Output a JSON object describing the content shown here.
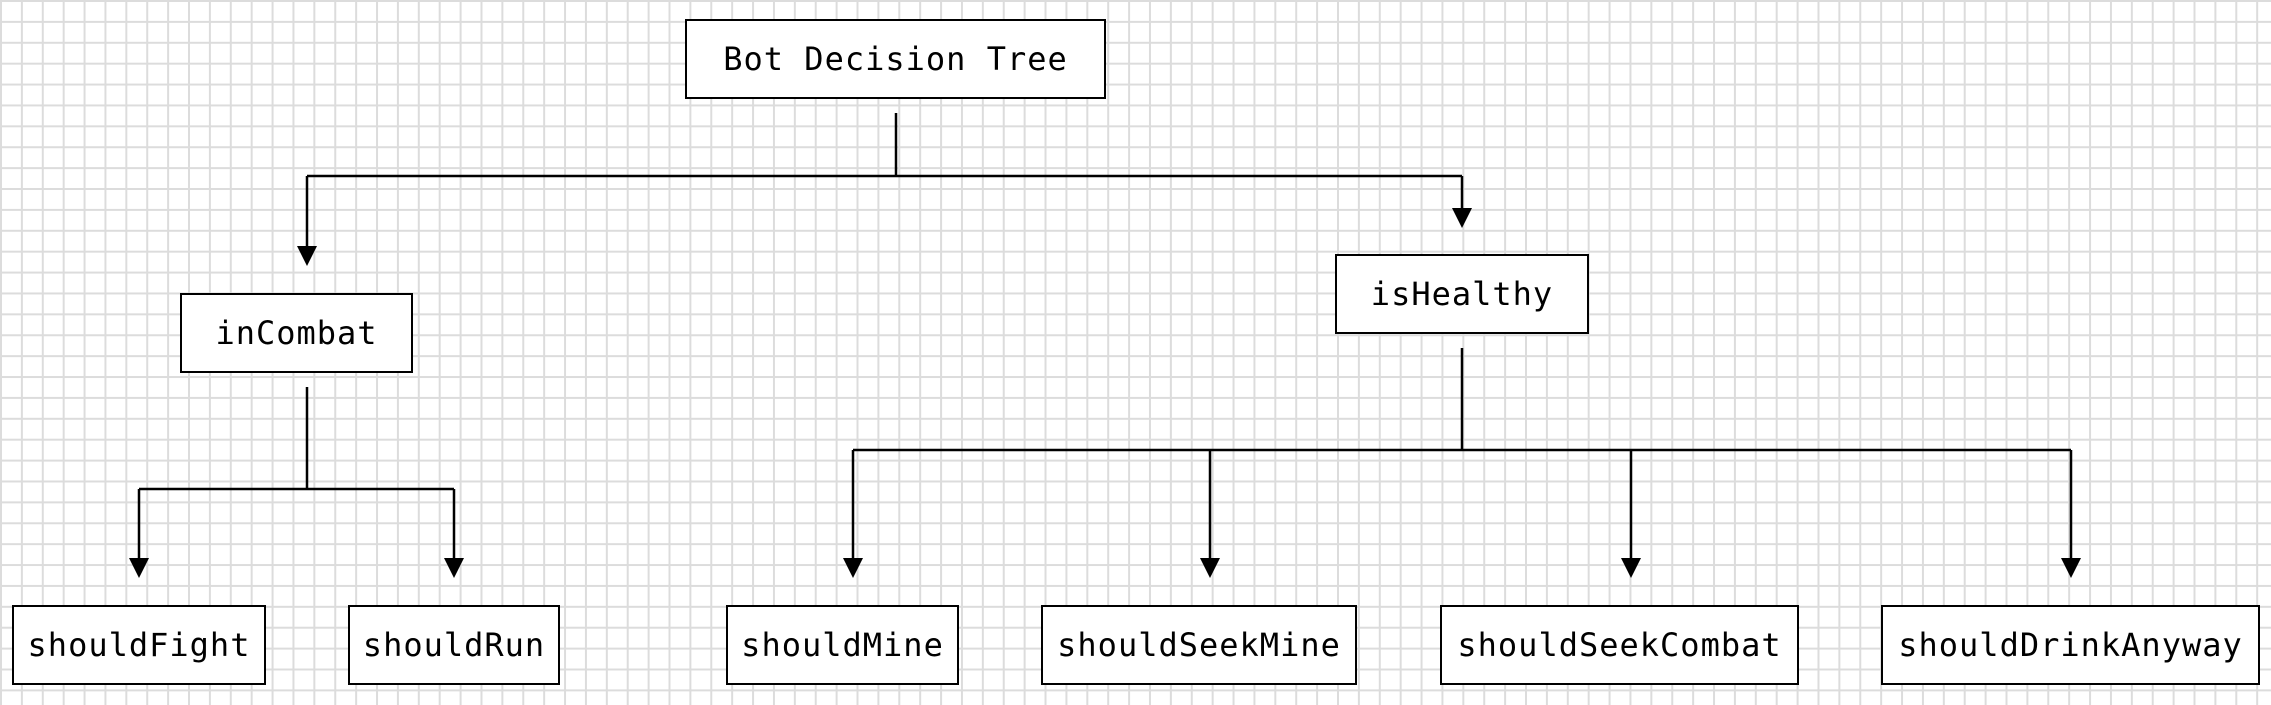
{
  "nodes": {
    "root": "Bot Decision Tree",
    "in_combat": "inCombat",
    "is_healthy": "isHealthy",
    "should_fight": "shouldFight",
    "should_run": "shouldRun",
    "should_mine": "shouldMine",
    "should_seek_mine": "shouldSeekMine",
    "should_seek_combat": "shouldSeekCombat",
    "should_drink_anyway": "shouldDrinkAnyway"
  },
  "edges": [
    [
      "root",
      "in_combat"
    ],
    [
      "root",
      "is_healthy"
    ],
    [
      "in_combat",
      "should_fight"
    ],
    [
      "in_combat",
      "should_run"
    ],
    [
      "is_healthy",
      "should_mine"
    ],
    [
      "is_healthy",
      "should_seek_mine"
    ],
    [
      "is_healthy",
      "should_seek_combat"
    ],
    [
      "is_healthy",
      "should_drink_anyway"
    ]
  ],
  "colors": {
    "stroke": "#000000",
    "grid": "#dcdcdc",
    "background": "#ffffff"
  }
}
